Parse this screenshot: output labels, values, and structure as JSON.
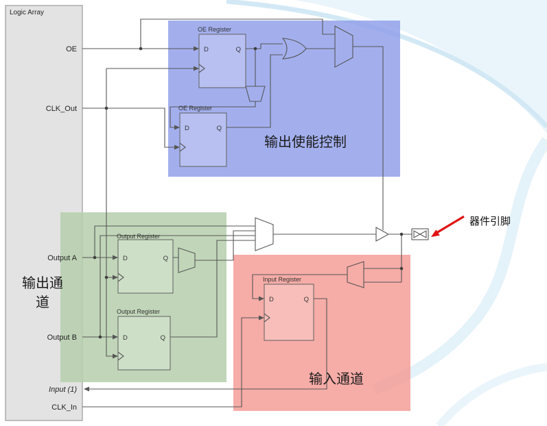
{
  "colors": {
    "wire": "#565656",
    "logic_array_fill": "#e3e3e3",
    "region_oe_control": "#8f9de9",
    "region_output_channel": "#b6cfad",
    "region_input_channel": "#f59e98",
    "device_pin_arrow": "#e01212"
  },
  "logic_array": {
    "label": "Logic Array",
    "ports": [
      {
        "label": "OE"
      },
      {
        "label": "CLK_Out"
      },
      {
        "label": "Output A"
      },
      {
        "label": "Output B"
      },
      {
        "label": "Input (1)"
      },
      {
        "label": "CLK_In"
      }
    ]
  },
  "registers": [
    {
      "label": "OE Register",
      "d": "D",
      "q": "Q"
    },
    {
      "label": "OE Register",
      "d": "D",
      "q": "Q"
    },
    {
      "label": "Output Register",
      "d": "D",
      "q": "Q"
    },
    {
      "label": "Output Register",
      "d": "D",
      "q": "Q"
    },
    {
      "label": "Input Register",
      "d": "D",
      "q": "Q"
    }
  ],
  "regions": {
    "oe_control": {
      "label": "输出使能控制"
    },
    "output_channel": {
      "label_line1": "输出通",
      "label_line2": "道"
    },
    "input_channel": {
      "label": "输入通道"
    }
  },
  "annotations": {
    "device_pin_label": "器件引脚"
  }
}
